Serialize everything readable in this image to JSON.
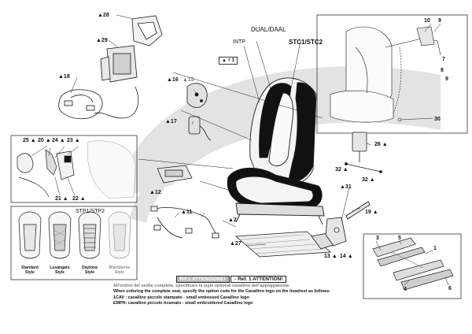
{
  "header_labels": {
    "dual": "DUAL/DAAL",
    "intp": "INTP",
    "stc": "STC1/STC2",
    "stp": "STP1/STP2"
  },
  "legend_text": "▲ = 1",
  "part_labels": [
    {
      "id": "p28",
      "text": "▲28"
    },
    {
      "id": "p29",
      "text": "▲29"
    },
    {
      "id": "p18",
      "text": "▲18"
    },
    {
      "id": "p16",
      "text": "▲16"
    },
    {
      "id": "p15",
      "text": "▲15"
    },
    {
      "id": "p17",
      "text": "▲17"
    },
    {
      "id": "p25",
      "text": "25 ▲"
    },
    {
      "id": "p20",
      "text": "20 ▲"
    },
    {
      "id": "p24",
      "text": "24 ▲"
    },
    {
      "id": "p23",
      "text": "23 ▲"
    },
    {
      "id": "p21",
      "text": "21 ▲"
    },
    {
      "id": "p22",
      "text": "22 ▲"
    },
    {
      "id": "p12",
      "text": "▲12"
    },
    {
      "id": "p11",
      "text": "▲11"
    },
    {
      "id": "p2",
      "text": "▲2"
    },
    {
      "id": "p27",
      "text": "▲27"
    },
    {
      "id": "p13",
      "text": "13 ▲"
    },
    {
      "id": "p14",
      "text": "14 ▲"
    },
    {
      "id": "p19",
      "text": "19 ▲"
    },
    {
      "id": "p31",
      "text": "▲31"
    },
    {
      "id": "p32a",
      "text": "32 ▲"
    },
    {
      "id": "p32b",
      "text": "32 ▲"
    },
    {
      "id": "p26",
      "text": "26 ▲"
    },
    {
      "id": "p10",
      "text": "10"
    },
    {
      "id": "p9a",
      "text": "9"
    },
    {
      "id": "p7",
      "text": "7"
    },
    {
      "id": "p8",
      "text": "8"
    },
    {
      "id": "p9b",
      "text": "9"
    },
    {
      "id": "p30",
      "text": "30"
    },
    {
      "id": "p3",
      "text": "3"
    },
    {
      "id": "p5",
      "text": "5"
    },
    {
      "id": "p1",
      "text": "1"
    },
    {
      "id": "p4",
      "text": "4"
    },
    {
      "id": "p6",
      "text": "6"
    }
  ],
  "styles": [
    {
      "line1": "Standard",
      "line2": "Style",
      "grey": false
    },
    {
      "line1": "Losangato",
      "line2": "Style",
      "grey": false
    },
    {
      "line1": "Daytona",
      "line2": "Style",
      "grey": false
    },
    {
      "line1": "Blackberes",
      "line2": "Style",
      "grey": true
    }
  ],
  "notes": {
    "title_it": "Rif.1 ATTENZIONE!",
    "title_en": "- Ref. 1 ATTENTION!",
    "line1": "All'ordine del sedile completo, specificare la sigla optional cavallino dell'appoggiatesta:",
    "line2": "When ordering the complete seat, specify the option code for the Cavallino logo on the headrest as follows:",
    "line3": "1CAV : cavallino piccolo stampato - small embossed Cavallino logo",
    "line4": "EMPH: cavallino piccolo ricamato - small embroidered Cavallino logo"
  },
  "colors": {
    "watermark": "#e3e3e3",
    "ink": "#1a1a1a",
    "part_fill": "#f2f2f2"
  }
}
